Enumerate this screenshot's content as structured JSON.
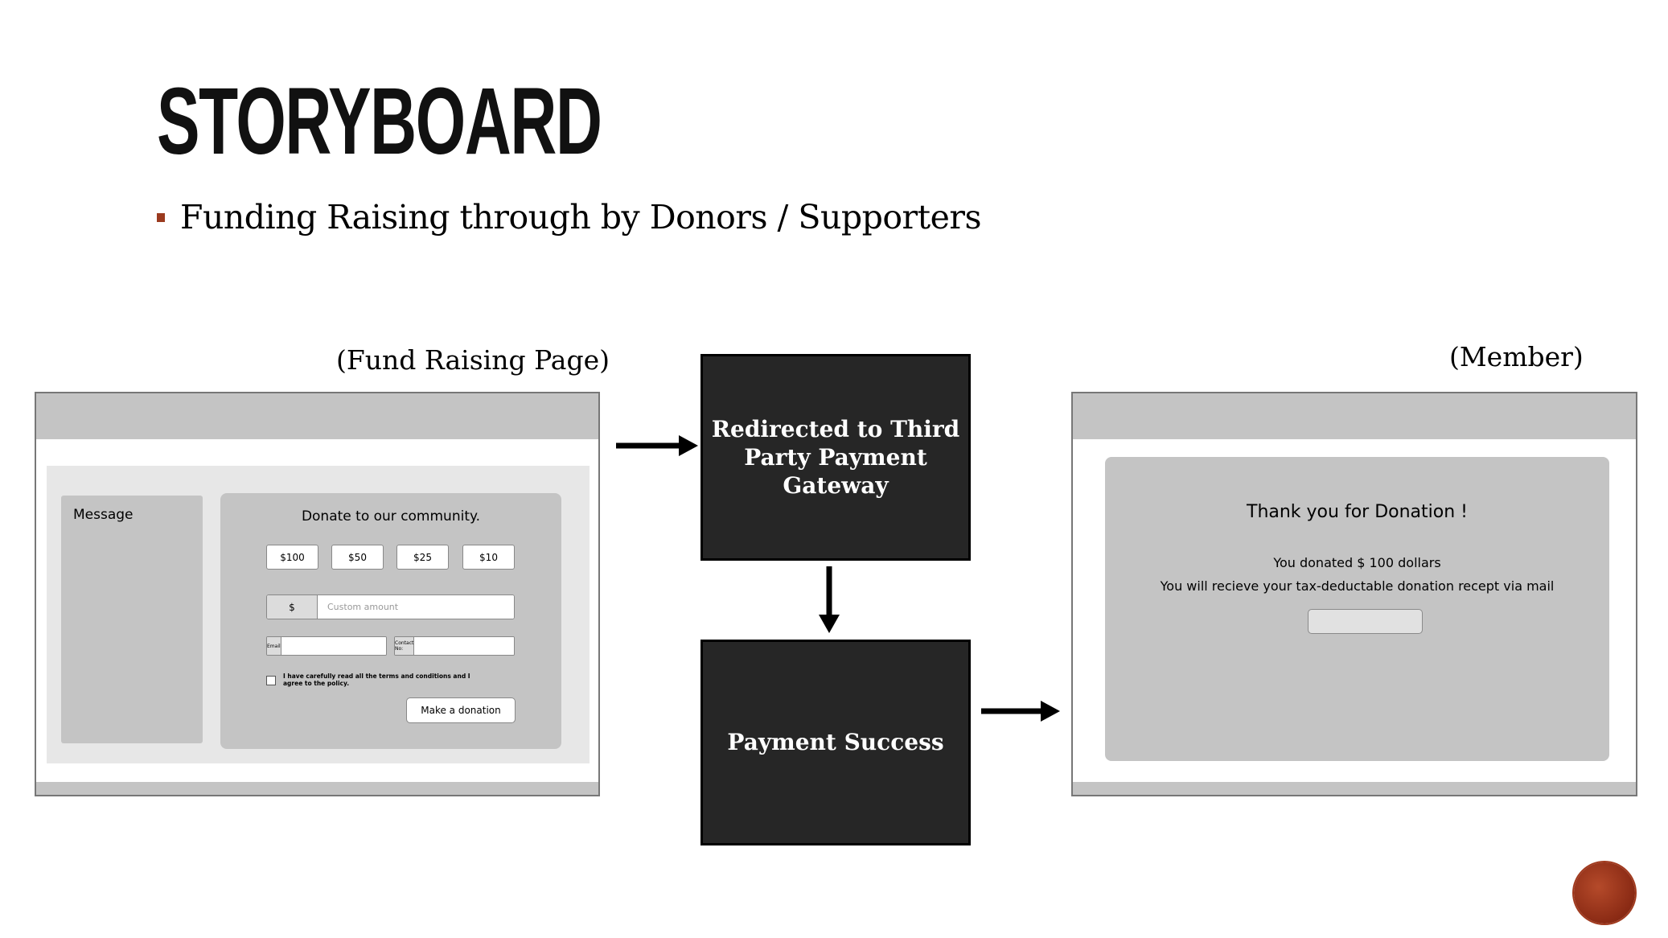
{
  "slide": {
    "title": "STORYBOARD",
    "bullet": "Funding Raising through by Donors / Supporters",
    "accent_color": "#9b3a1f"
  },
  "captions": {
    "fund_raising": "(Fund Raising Page)",
    "member": "(Member)"
  },
  "fund_page": {
    "message_label": "Message",
    "donate_title": "Donate to our community.",
    "amount_buttons": [
      "$100",
      "$50",
      "$25",
      "$10"
    ],
    "currency_prefix": "$",
    "custom_placeholder": "Custom amount",
    "email_label": "Email",
    "contact_label": "Contact No:",
    "terms_text": "I have carefully read all the terms and conditions and I agree to the policy.",
    "donate_button": "Make a donation"
  },
  "flow": {
    "gateway": "Redirected to Third Party Payment Gateway",
    "success": "Payment Success"
  },
  "member_page": {
    "thanks": "Thank you for Donation !",
    "donated": "You donated $ 100 dollars",
    "receipt": "You will recieve your tax-deductable donation recept via mail"
  },
  "logo_icon": "circular-logo-icon"
}
